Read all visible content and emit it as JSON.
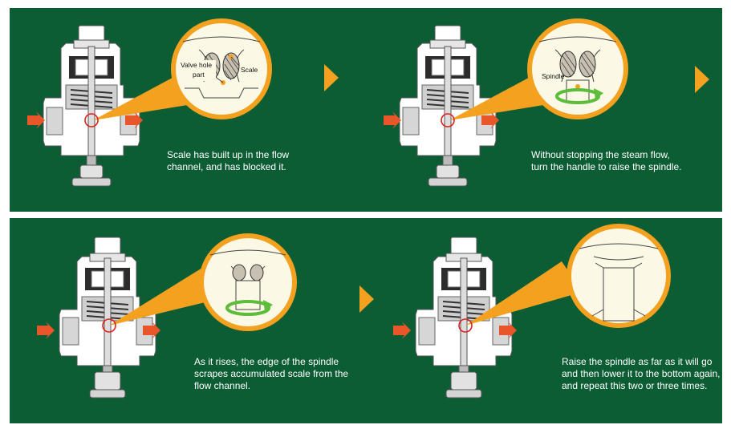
{
  "colors": {
    "background": "#0c5c34",
    "accent_orange": "#f3a11f",
    "rotation_arrow": "#5cbd3a",
    "flow_arrow": "#e8562a",
    "magnifier_fill": "#fbf8e6",
    "valve_body": "#ffffff",
    "highlight_circle": "#e0201b"
  },
  "steps": [
    {
      "caption": [
        "Scale has built up in the flow",
        "channel, and has blocked it."
      ],
      "labels": {
        "valve_hole_1": "Valve hole",
        "valve_hole_2": "part",
        "scale": "Scale"
      }
    },
    {
      "caption": [
        "Without stopping the steam flow,",
        "turn the handle to raise the spindle."
      ],
      "labels": {
        "spindle": "Spindle"
      }
    },
    {
      "caption": [
        "As it rises, the edge of the spindle",
        "scrapes accumulated scale from the",
        "flow channel."
      ]
    },
    {
      "caption": [
        "Raise the spindle as far as it will go",
        "and then lower it to the bottom again,",
        "and repeat this two or three times."
      ]
    }
  ],
  "icons": {
    "step_arrow": "triangle-right",
    "rotation": "circular-arrow",
    "flow": "chevron-arrow"
  }
}
